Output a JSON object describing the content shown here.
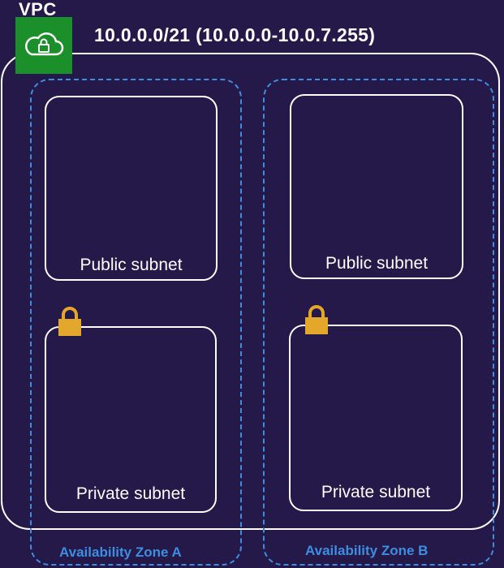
{
  "vpc": {
    "label": "VPC",
    "icon": "cloud-lock-icon",
    "icon_color": "#1b8f29",
    "cidr": "10.0.0.0/21  (10.0.0.0-10.0.7.255)"
  },
  "availability_zones": [
    {
      "label": "Availability Zone A",
      "public_subnet": "Public subnet",
      "private_subnet": "Private subnet"
    },
    {
      "label": "Availability Zone B",
      "public_subnet": "Public subnet",
      "private_subnet": "Private subnet"
    }
  ],
  "colors": {
    "background": "#241949",
    "zone_border": "#3d8ee0",
    "lock": "#e3a82b"
  },
  "private_subnet_icon": "padlock-icon"
}
